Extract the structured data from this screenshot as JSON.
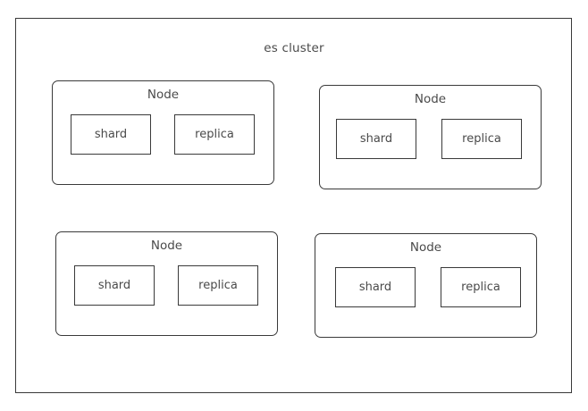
{
  "diagram": {
    "title": "es cluster",
    "colors": {
      "stroke": "#3a3a3a",
      "text": "#4a4a4a",
      "background": "#ffffff"
    },
    "nodes": [
      {
        "label": "Node",
        "shard_label": "shard",
        "replica_label": "replica"
      },
      {
        "label": "Node",
        "shard_label": "shard",
        "replica_label": "replica"
      },
      {
        "label": "Node",
        "shard_label": "shard",
        "replica_label": "replica"
      },
      {
        "label": "Node",
        "shard_label": "shard",
        "replica_label": "replica"
      }
    ]
  }
}
